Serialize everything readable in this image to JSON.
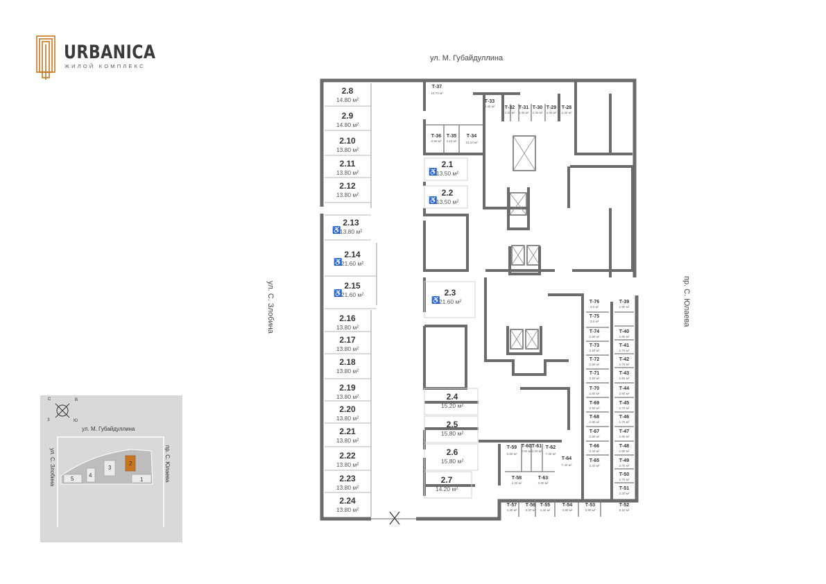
{
  "brand": {
    "name": "URBANICA",
    "subtitle": "ЖИЛОЙ КОМПЛЕКС",
    "color": "#c8751e"
  },
  "streets": {
    "top": "ул. М. Губайдуллина",
    "left": "ул. С. Злобина",
    "right": "пр. С. Юлаева"
  },
  "units": [
    {
      "id": "2.8",
      "area": "14.80 м²"
    },
    {
      "id": "2.9",
      "area": "14.80 м²"
    },
    {
      "id": "2.10",
      "area": "13.80 м²"
    },
    {
      "id": "2.11",
      "area": "13.80 м²"
    },
    {
      "id": "2.12",
      "area": "13.80 м²"
    },
    {
      "id": "2.13",
      "area": "13.80 м²"
    },
    {
      "id": "2.14",
      "area": "21.60 м²"
    },
    {
      "id": "2.15",
      "area": "21.60 м²"
    },
    {
      "id": "2.16",
      "area": "13.80 м²"
    },
    {
      "id": "2.17",
      "area": "13.80 м²"
    },
    {
      "id": "2.18",
      "area": "13.80 м²"
    },
    {
      "id": "2.19",
      "area": "13.80 м²"
    },
    {
      "id": "2.20",
      "area": "13.80 м²"
    },
    {
      "id": "2.21",
      "area": "13.80 м²"
    },
    {
      "id": "2.22",
      "area": "13.80 м²"
    },
    {
      "id": "2.23",
      "area": "13.80 м²"
    },
    {
      "id": "2.24",
      "area": "13.80 м²"
    },
    {
      "id": "2.1",
      "area": "13.50 м²"
    },
    {
      "id": "2.2",
      "area": "13.50 м²"
    },
    {
      "id": "2.3",
      "area": "21.60 м²"
    },
    {
      "id": "2.4",
      "area": "15.20 м²"
    },
    {
      "id": "2.5",
      "area": "15.80 м²"
    },
    {
      "id": "2.6",
      "area": "15.80 м²"
    },
    {
      "id": "2.7",
      "area": "14.20 м²"
    }
  ],
  "storage": [
    {
      "id": "Т-37",
      "area": "10.70 м²"
    },
    {
      "id": "Т-33",
      "area": "3.40 м²"
    },
    {
      "id": "Т-32",
      "area": "4.30 м²"
    },
    {
      "id": "Т-31",
      "area": "4.30 м²"
    },
    {
      "id": "Т-30",
      "area": "4.30 м²"
    },
    {
      "id": "Т-29",
      "area": "4.30 м²"
    },
    {
      "id": "Т-28",
      "area": "4.40 м²"
    },
    {
      "id": "Т-36",
      "area": "6.50 м²"
    },
    {
      "id": "Т-35",
      "area": "4.10 м²"
    },
    {
      "id": "Т-34",
      "area": "10.10 м²"
    },
    {
      "id": "Т-76",
      "area": "3.0 м²"
    },
    {
      "id": "Т-39",
      "area": "2.90 м²"
    },
    {
      "id": "Т-75",
      "area": "3.0 м²"
    },
    {
      "id": "Т-74",
      "area": "2.80 м²"
    },
    {
      "id": "Т-40",
      "area": "2.90 м²"
    },
    {
      "id": "Т-73",
      "area": "2.80 м²"
    },
    {
      "id": "Т-41",
      "area": "2.70 м²"
    },
    {
      "id": "Т-72",
      "area": "2.80 м²"
    },
    {
      "id": "Т-42",
      "area": "2.70 м²"
    },
    {
      "id": "Т-71",
      "area": "2.80 м²"
    },
    {
      "id": "Т-43",
      "area": "2.80 м²"
    },
    {
      "id": "Т-70",
      "area": "2.80 м²"
    },
    {
      "id": "Т-44",
      "area": "2.90 м²"
    },
    {
      "id": "Т-69",
      "area": "2.80 м²"
    },
    {
      "id": "Т-45",
      "area": "2.70 м²"
    },
    {
      "id": "Т-68",
      "area": "2.80 м²"
    },
    {
      "id": "Т-46",
      "area": "2.70 м²"
    },
    {
      "id": "Т-67",
      "area": "2.80 м²"
    },
    {
      "id": "Т-47",
      "area": "2.90 м²"
    },
    {
      "id": "Т-66",
      "area": "3.20 м²"
    },
    {
      "id": "Т-48",
      "area": "2.80 м²"
    },
    {
      "id": "Т-65",
      "area": "3.20 м²"
    },
    {
      "id": "Т-49",
      "area": "2.70 м²"
    },
    {
      "id": "Т-50",
      "area": "2.70 м²"
    },
    {
      "id": "Т-51",
      "area": "2.20 м²"
    },
    {
      "id": "Т-59",
      "area": "6.80 м²"
    },
    {
      "id": "Т-60",
      "area": "3.00 м²"
    },
    {
      "id": "Т-61",
      "area": "3.20 м²"
    },
    {
      "id": "Т-62",
      "area": "7.30 м²"
    },
    {
      "id": "Т-64",
      "area": "7.40 м²"
    },
    {
      "id": "Т-58",
      "area": "4.20 м²"
    },
    {
      "id": "Т-63",
      "area": "3.30 м²"
    },
    {
      "id": "Т-57",
      "area": "4.30 м²"
    },
    {
      "id": "Т-56",
      "area": "3.00 м²"
    },
    {
      "id": "Т-55",
      "area": "4.30 м²"
    },
    {
      "id": "Т-54",
      "area": "3.80 м²"
    },
    {
      "id": "Т-53",
      "area": "3.80 м²"
    },
    {
      "id": "Т-52",
      "area": "5.10 м²"
    }
  ],
  "minimap": {
    "top_street": "ул. М. Губайдуллина",
    "left_street": "ул. С. Злобина",
    "right_street": "пр. С. Юлаева",
    "buildings": [
      "1",
      "2",
      "3",
      "4",
      "5"
    ],
    "selected": "2",
    "compass": {
      "n": "С",
      "s": "Ю",
      "w": "З",
      "e": "В"
    }
  }
}
